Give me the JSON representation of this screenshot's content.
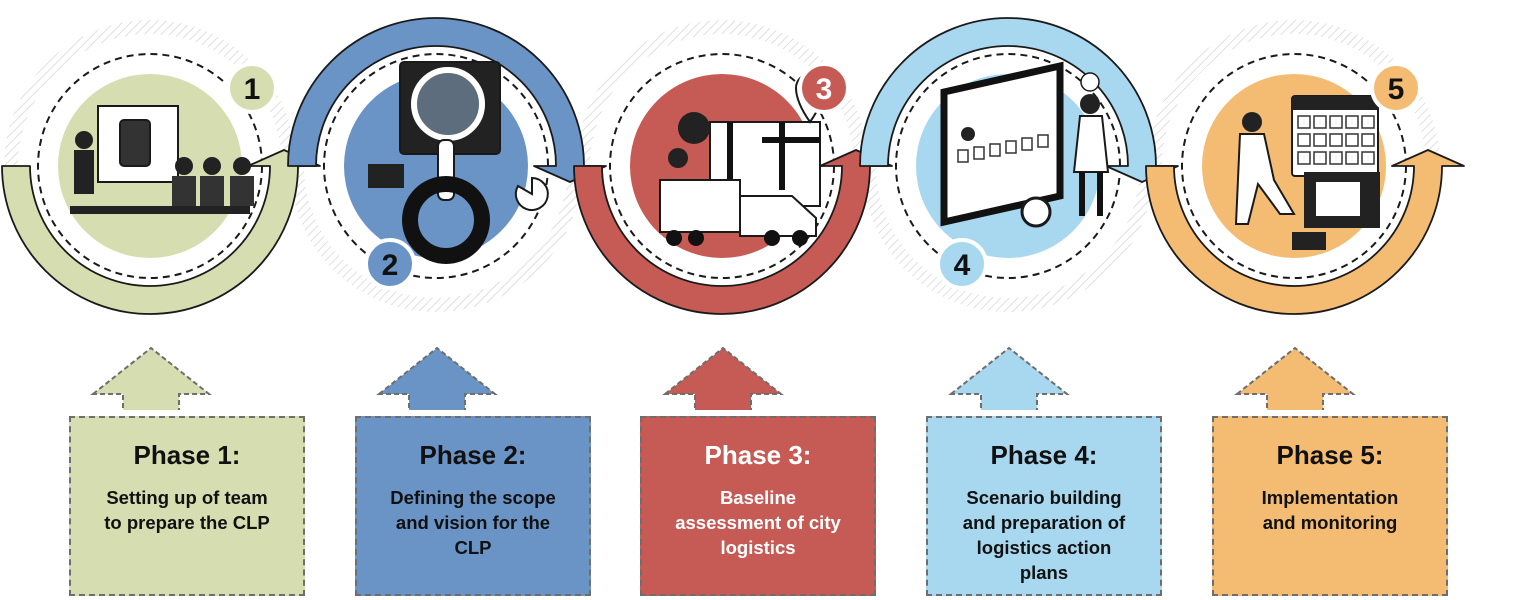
{
  "colors": {
    "green": "#d6deb1",
    "blue": "#6a93c6",
    "red": "#c65a54",
    "lightblue": "#a8d8ef",
    "orange": "#f4bc73",
    "outline": "#1a1a1a",
    "dash": "#6e6e6e"
  },
  "phases": [
    {
      "number": "1",
      "title": "Phase 1:",
      "desc_lines": [
        "Setting up of team",
        "to prepare the CLP"
      ],
      "color": "#d6deb1",
      "text_color": "#111111",
      "icon": "meeting-presentation-icon"
    },
    {
      "number": "2",
      "title": "Phase 2:",
      "desc_lines": [
        "Defining the scope",
        "and vision for the",
        "CLP"
      ],
      "color": "#6a93c6",
      "text_color": "#111111",
      "icon": "magnifier-dashboard-icon"
    },
    {
      "number": "3",
      "title": "Phase 3:",
      "desc_lines": [
        "Baseline",
        "assessment of city",
        "logistics"
      ],
      "color": "#c65a54",
      "text_color": "#ffffff",
      "icon": "truck-map-icon"
    },
    {
      "number": "4",
      "title": "Phase 4:",
      "desc_lines": [
        "Scenario building",
        "and preparation of",
        "logistics action",
        "plans"
      ],
      "color": "#a8d8ef",
      "text_color": "#111111",
      "icon": "planning-board-icon"
    },
    {
      "number": "5",
      "title": "Phase 5:",
      "desc_lines": [
        "Implementation",
        "and monitoring"
      ],
      "color": "#f4bc73",
      "text_color": "#111111",
      "icon": "calendar-monitoring-icon"
    }
  ]
}
